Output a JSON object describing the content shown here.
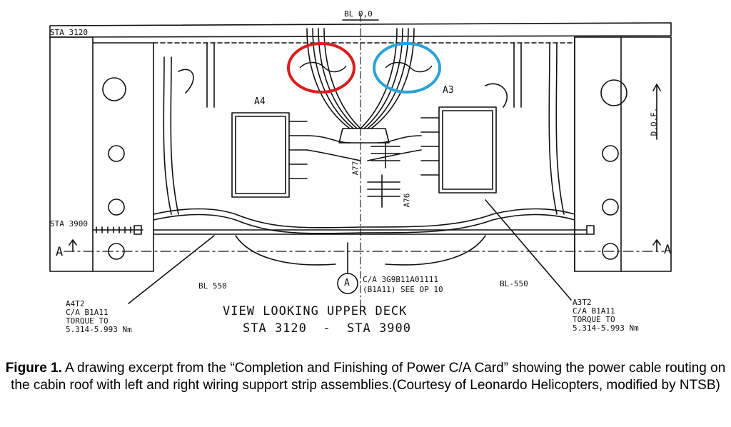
{
  "diagram": {
    "labels": {
      "bl_center": "BL 0,0",
      "sta_top": "STA 3120",
      "sta_mid": "STA 3900",
      "a_left": "A",
      "a_right": "A",
      "a4": "A4",
      "a3": "A3",
      "a77": "A77",
      "a76": "A76",
      "dof": "D.O.F.",
      "bl_left": "BL 550",
      "bl_right": "BL-550",
      "callout_letter": "A",
      "callout_line1": "C/A 3G9B11A01111",
      "callout_line2": "(B1A11) SEE OP 10"
    },
    "left_note": [
      "A4T2",
      "C/A B1A11",
      "TORQUE TO",
      "5.314-5.993 Nm"
    ],
    "right_note": [
      "A3T2",
      "C/A B1A11",
      "TORQUE TO",
      "5.314-5.993 Nm"
    ],
    "view_title": [
      "VIEW LOOKING UPPER DECK",
      "STA 3120  -  STA 3900"
    ],
    "highlight_colors": {
      "left": "#d81e1e",
      "right": "#2aa3d8"
    }
  },
  "caption": {
    "label": "Figure 1.",
    "text": " A drawing excerpt from the “Completion and Finishing of Power C/A Card” showing the power cable routing on the cabin roof with left and right wiring support strip assemblies.(Courtesy of Leonardo Helicopters, modified by NTSB)"
  }
}
